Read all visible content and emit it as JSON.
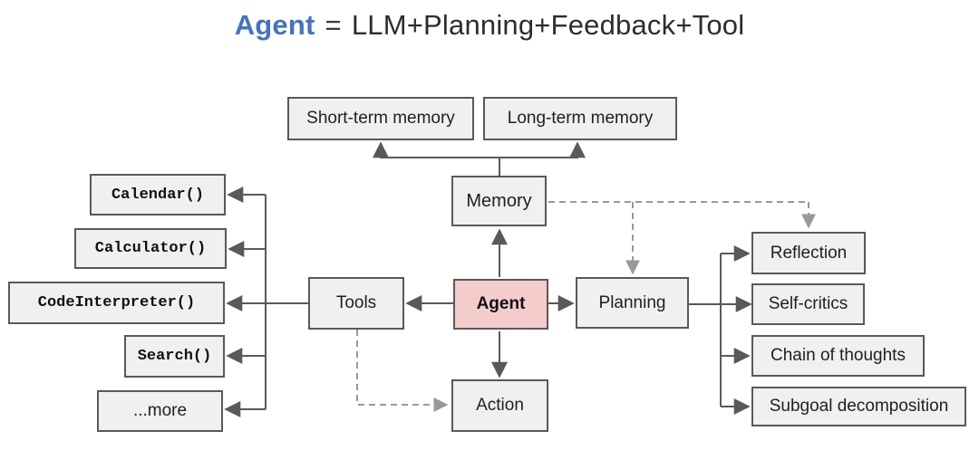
{
  "title": {
    "highlight": "Agent",
    "equals": "=",
    "rest": "LLM+Planning+Feedback+Tool"
  },
  "nodes": {
    "short_term": "Short-term memory",
    "long_term": "Long-term memory",
    "memory": "Memory",
    "calendar": "Calendar()",
    "calculator": "Calculator()",
    "code_interpreter": "CodeInterpreter()",
    "search": "Search()",
    "more": "...more",
    "tools": "Tools",
    "agent": "Agent",
    "planning": "Planning",
    "action": "Action",
    "reflection": "Reflection",
    "self_critics": "Self-critics",
    "chain_of_thoughts": "Chain of thoughts",
    "subgoal_decomposition": "Subgoal decomposition"
  },
  "colors": {
    "agent_fill": "#f4cccc",
    "node_fill": "#f0f0f0",
    "node_border": "#595959",
    "solid_wire": "#595959",
    "dashed_wire": "#999999",
    "title_accent": "#4472c4"
  },
  "edges": {
    "solid": [
      "Memory -> Short-term memory",
      "Memory -> Long-term memory",
      "Agent -> Memory",
      "Agent -> Tools",
      "Agent -> Planning",
      "Agent -> Action",
      "Tools -> Calendar()",
      "Tools -> Calculator()",
      "Tools -> CodeInterpreter()",
      "Tools -> Search()",
      "Tools -> ...more",
      "Planning -> Reflection",
      "Planning -> Self-critics",
      "Planning -> Chain of thoughts",
      "Planning -> Subgoal decomposition"
    ],
    "dashed": [
      "Memory -> Planning",
      "Memory -> Reflection",
      "Tools -> Action"
    ]
  }
}
